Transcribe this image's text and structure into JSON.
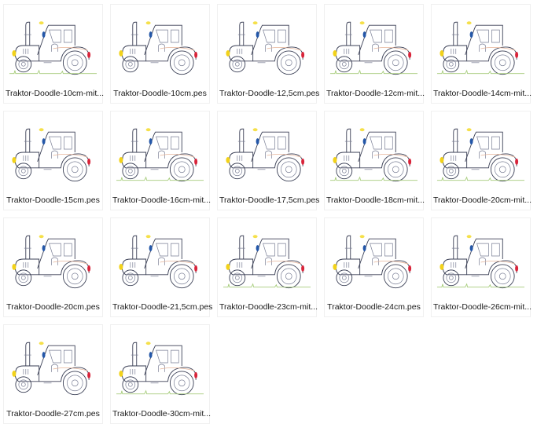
{
  "view": "file-explorer-large-icons",
  "colors": {
    "background": "#ffffff",
    "tile_border": "#f0f0f0",
    "label_text": "#1a1a1a",
    "headlight_yellow": "#f2d21a",
    "beacon_yellow": "#f5e04a",
    "mirror_blue": "#2457a8",
    "taillight_red": "#d8243a",
    "grass_green": "#a6cc7a"
  },
  "files": [
    {
      "label": "Traktor-Doodle-10cm-mit...",
      "grass": true
    },
    {
      "label": "Traktor-Doodle-10cm.pes",
      "grass": false
    },
    {
      "label": "Traktor-Doodle-12,5cm.pes",
      "grass": false
    },
    {
      "label": "Traktor-Doodle-12cm-mit...",
      "grass": true
    },
    {
      "label": "Traktor-Doodle-14cm-mit...",
      "grass": true
    },
    {
      "label": "Traktor-Doodle-15cm.pes",
      "grass": false
    },
    {
      "label": "Traktor-Doodle-16cm-mit...",
      "grass": true
    },
    {
      "label": "Traktor-Doodle-17,5cm.pes",
      "grass": false
    },
    {
      "label": "Traktor-Doodle-18cm-mit...",
      "grass": true
    },
    {
      "label": "Traktor-Doodle-20cm-mit...",
      "grass": true
    },
    {
      "label": "Traktor-Doodle-20cm.pes",
      "grass": false
    },
    {
      "label": "Traktor-Doodle-21,5cm.pes",
      "grass": false
    },
    {
      "label": "Traktor-Doodle-23cm-mit...",
      "grass": true
    },
    {
      "label": "Traktor-Doodle-24cm.pes",
      "grass": false
    },
    {
      "label": "Traktor-Doodle-26cm-mit...",
      "grass": true
    },
    {
      "label": "Traktor-Doodle-27cm.pes",
      "grass": false
    },
    {
      "label": "Traktor-Doodle-30cm-mit...",
      "grass": true
    }
  ]
}
